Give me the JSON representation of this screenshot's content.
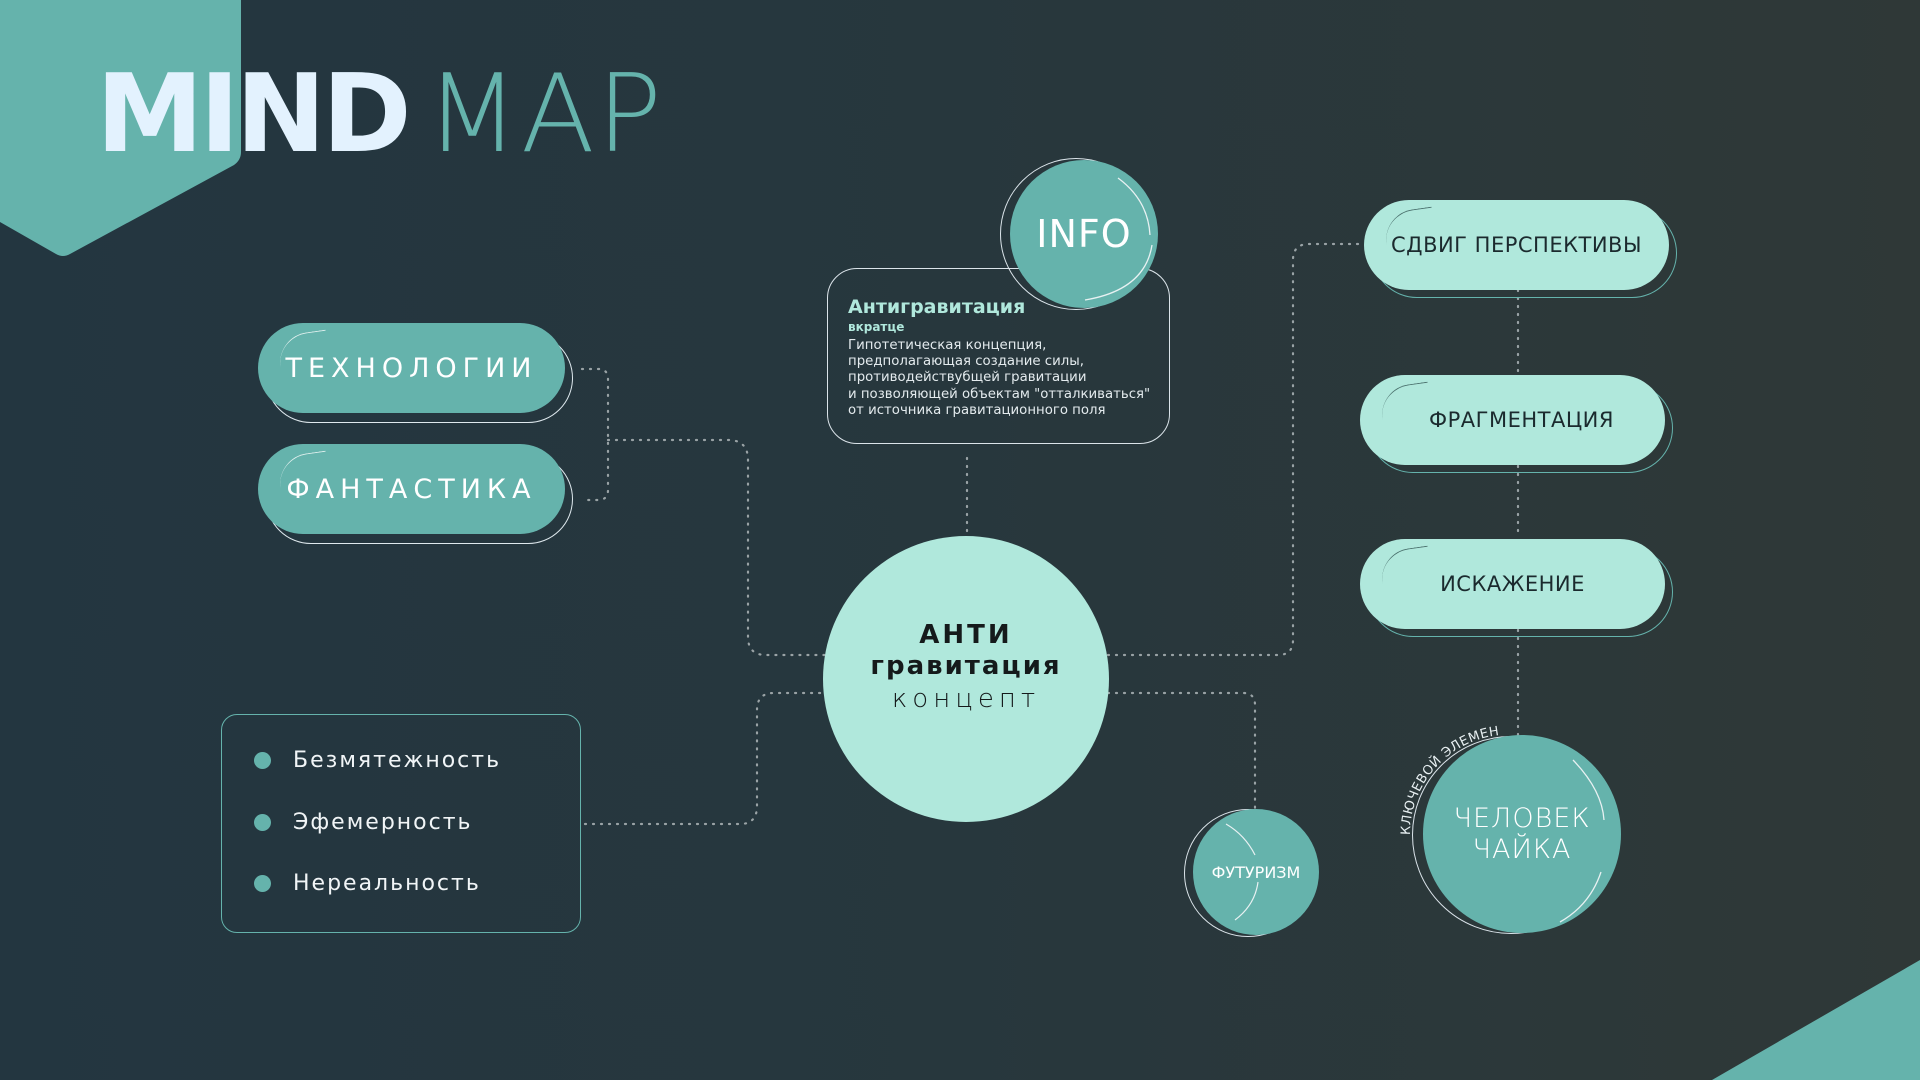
{
  "title": {
    "bold": "MIND",
    "light": "MAP"
  },
  "colors": {
    "background_left": "#233640",
    "background_right": "#2f3837",
    "accent_teal": "#65b3ac",
    "accent_mint": "#b0e8dc",
    "title_white": "#e3f2fe",
    "connector": "#9aa3a6"
  },
  "center": {
    "line1": "АНТИ",
    "line2": "гравитация",
    "line3": "концепт"
  },
  "info": {
    "badge": "INFO",
    "title": "Антигравитация",
    "subtitle": "вкратце",
    "body_lines": [
      "Гипотетическая концепция,",
      "предполагающая создание силы,",
      "противодействубщей гравитации",
      "и позволяющей объектам \"отталкиваться\"",
      "от источника гравитационного поля"
    ]
  },
  "left_nodes": [
    {
      "label": "ТЕХНОЛОГИИ"
    },
    {
      "label": "ФАНТАСТИКА"
    }
  ],
  "qualities": {
    "items": [
      "Безмятежность",
      "Эфемерность",
      "Нереальность"
    ]
  },
  "right_nodes": [
    {
      "label": "СДВИГ ПЕРСПЕКТИВЫ"
    },
    {
      "label": "ФРАГМЕНТАЦИЯ"
    },
    {
      "label": "ИСКАЖЕНИЕ"
    }
  ],
  "futurism": {
    "label": "ФУТУРИЗМ"
  },
  "key_element": {
    "caption": "КЛЮЧЕВОЙ ЭЛЕМЕНТ",
    "line1": "ЧЕЛОВЕК",
    "line2": "ЧАЙКА"
  }
}
